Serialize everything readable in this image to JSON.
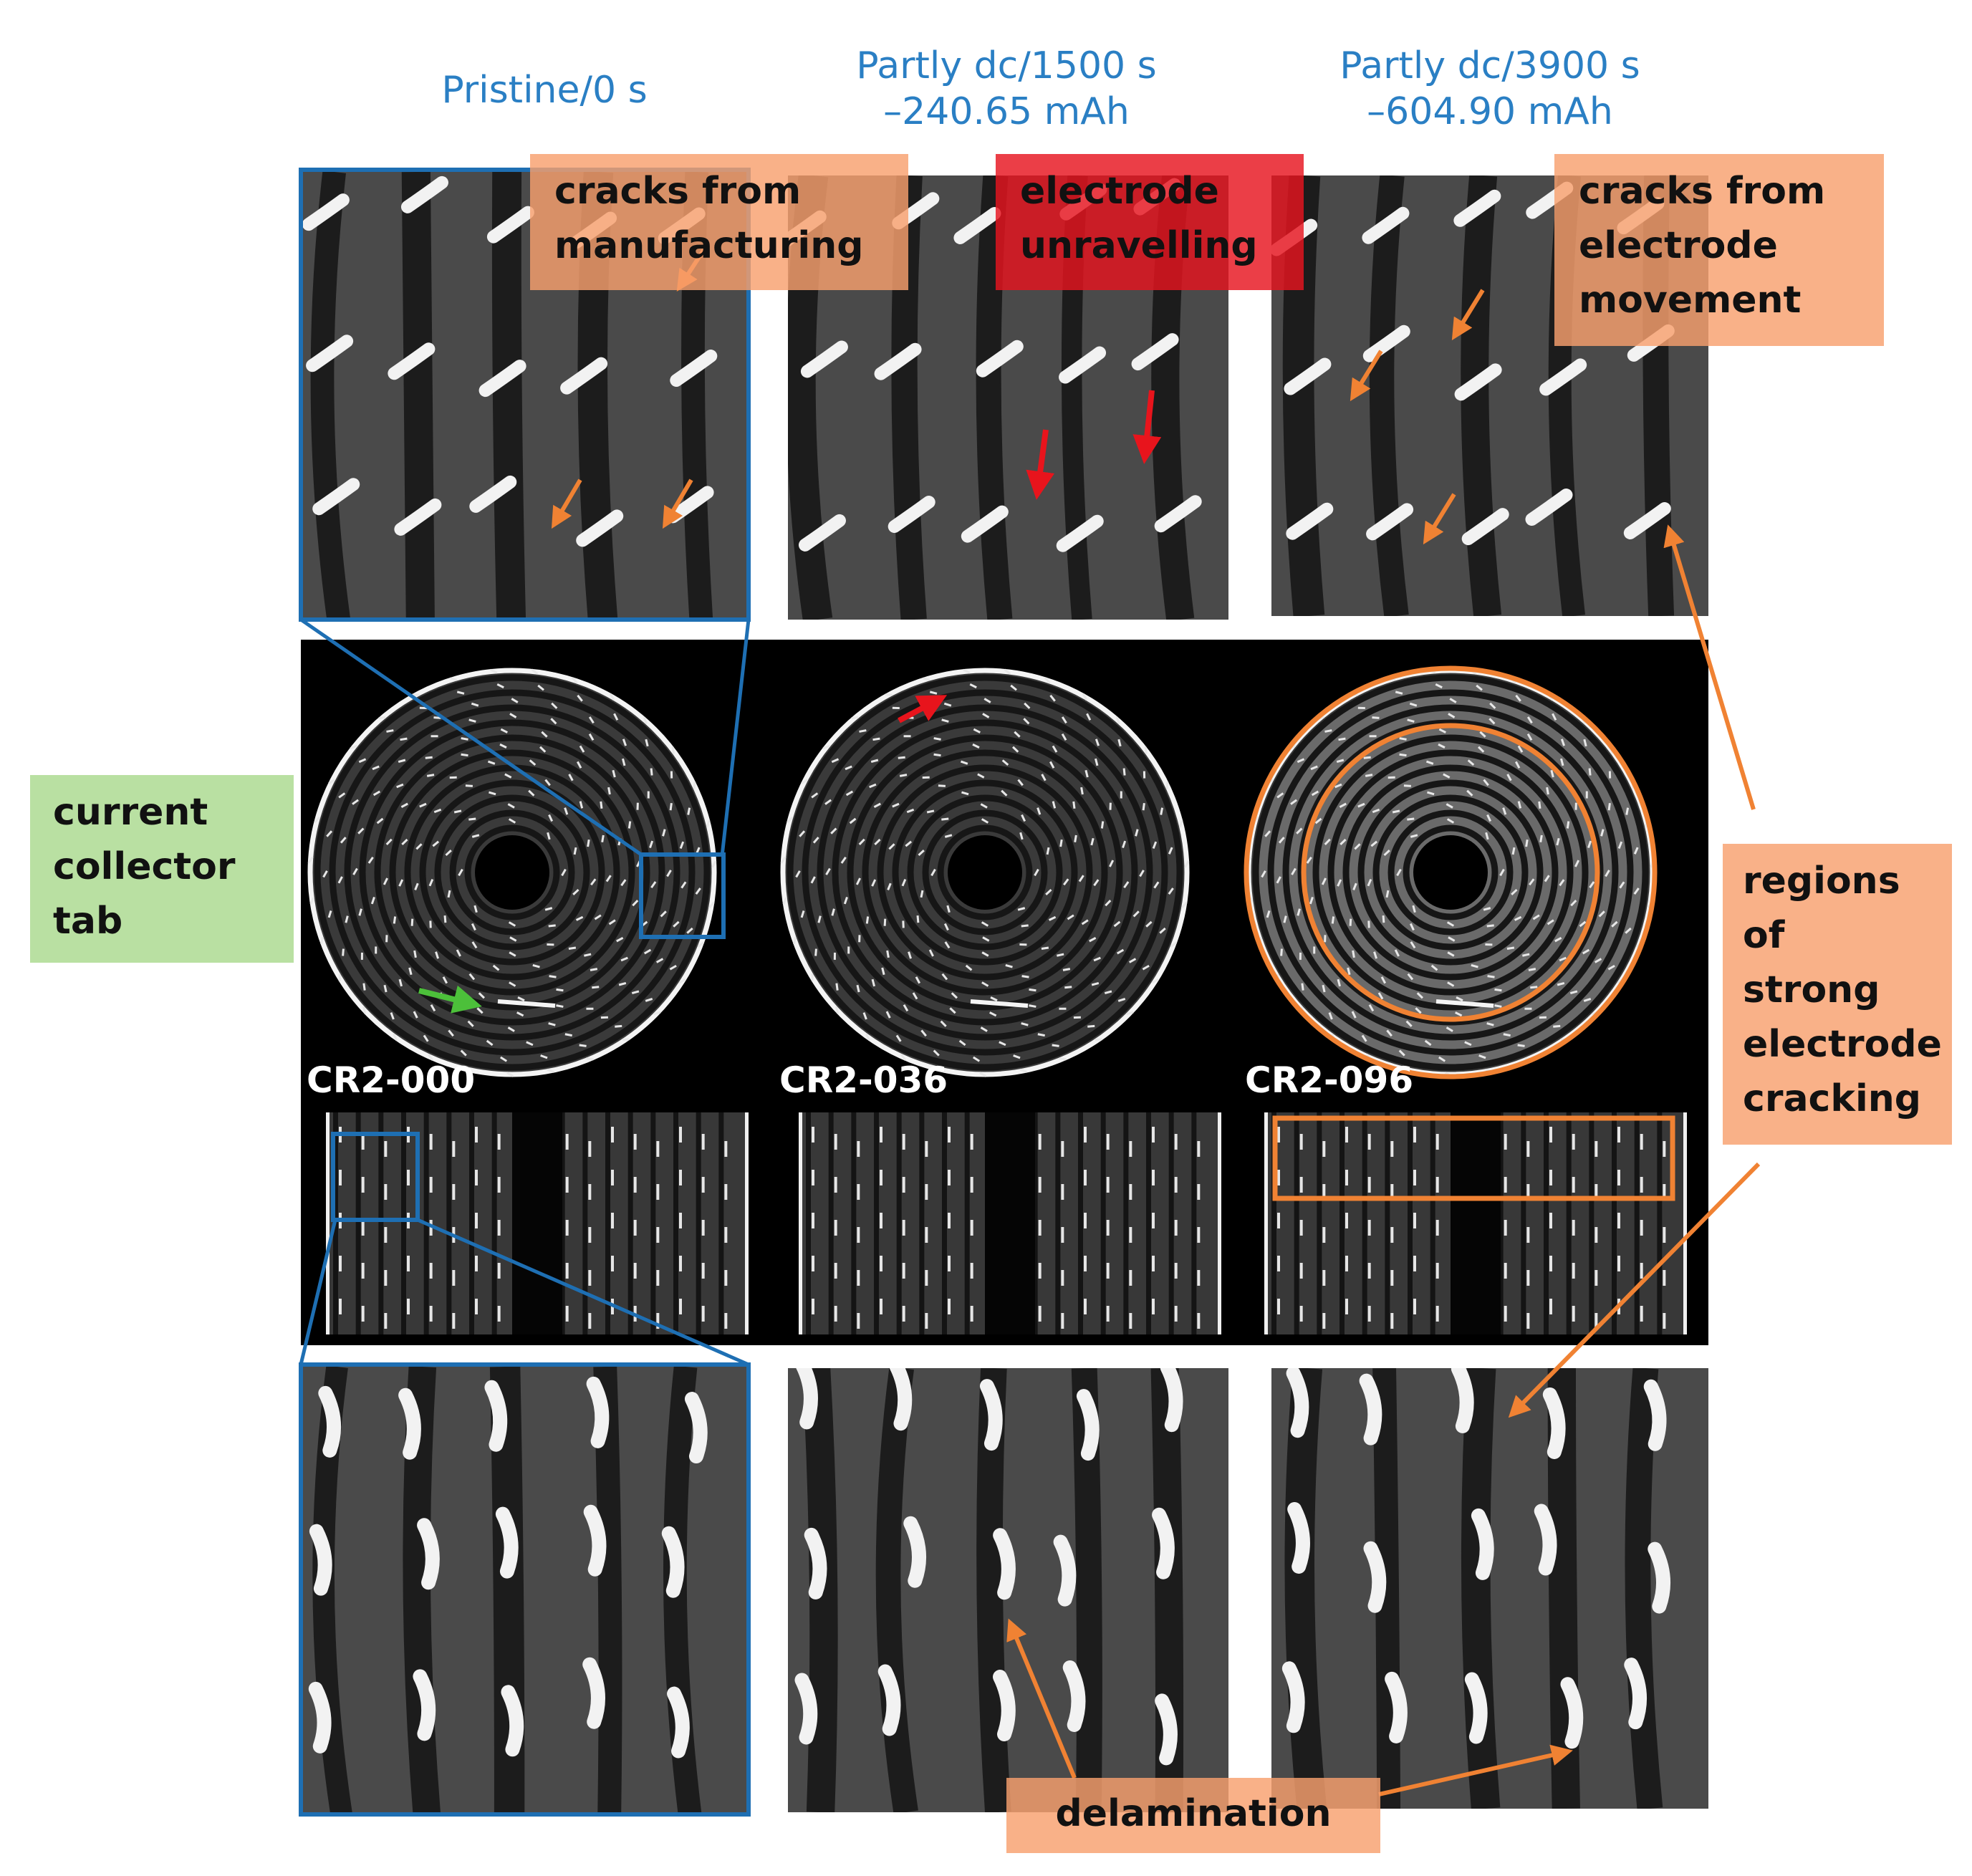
{
  "columns": [
    {
      "title_line1": "Pristine/0 s",
      "title_line2": ""
    },
    {
      "title_line1": "Partly dc/1500 s",
      "title_line2": "–240.65 mAh"
    },
    {
      "title_line1": "Partly dc/3900 s",
      "title_line2": "–604.90 mAh"
    }
  ],
  "labels": {
    "cracks_manufacturing": [
      "cracks from",
      "manufacturing"
    ],
    "electrode_unravelling": [
      "electrode",
      "unravelling"
    ],
    "cracks_movement": [
      "cracks from",
      "electrode",
      "movement"
    ],
    "current_collector_tab": [
      "current",
      "collector",
      "tab"
    ],
    "strong_cracking": [
      "regions",
      "of",
      "strong",
      "electrode",
      "cracking"
    ],
    "delamination": "delamination"
  },
  "cells": [
    "CR2-000",
    "CR2-036",
    "CR2-096"
  ],
  "colors": {
    "title_blue": "#2a7fc4",
    "outline_blue": "#1e6fb3",
    "annotation_orange": "#f08233",
    "label_orange": "#f8a06e",
    "label_red": "#e6141e",
    "label_green": "#b9e0a2",
    "arrow_red": "#e8141c",
    "arrow_green": "#4cc03a"
  }
}
